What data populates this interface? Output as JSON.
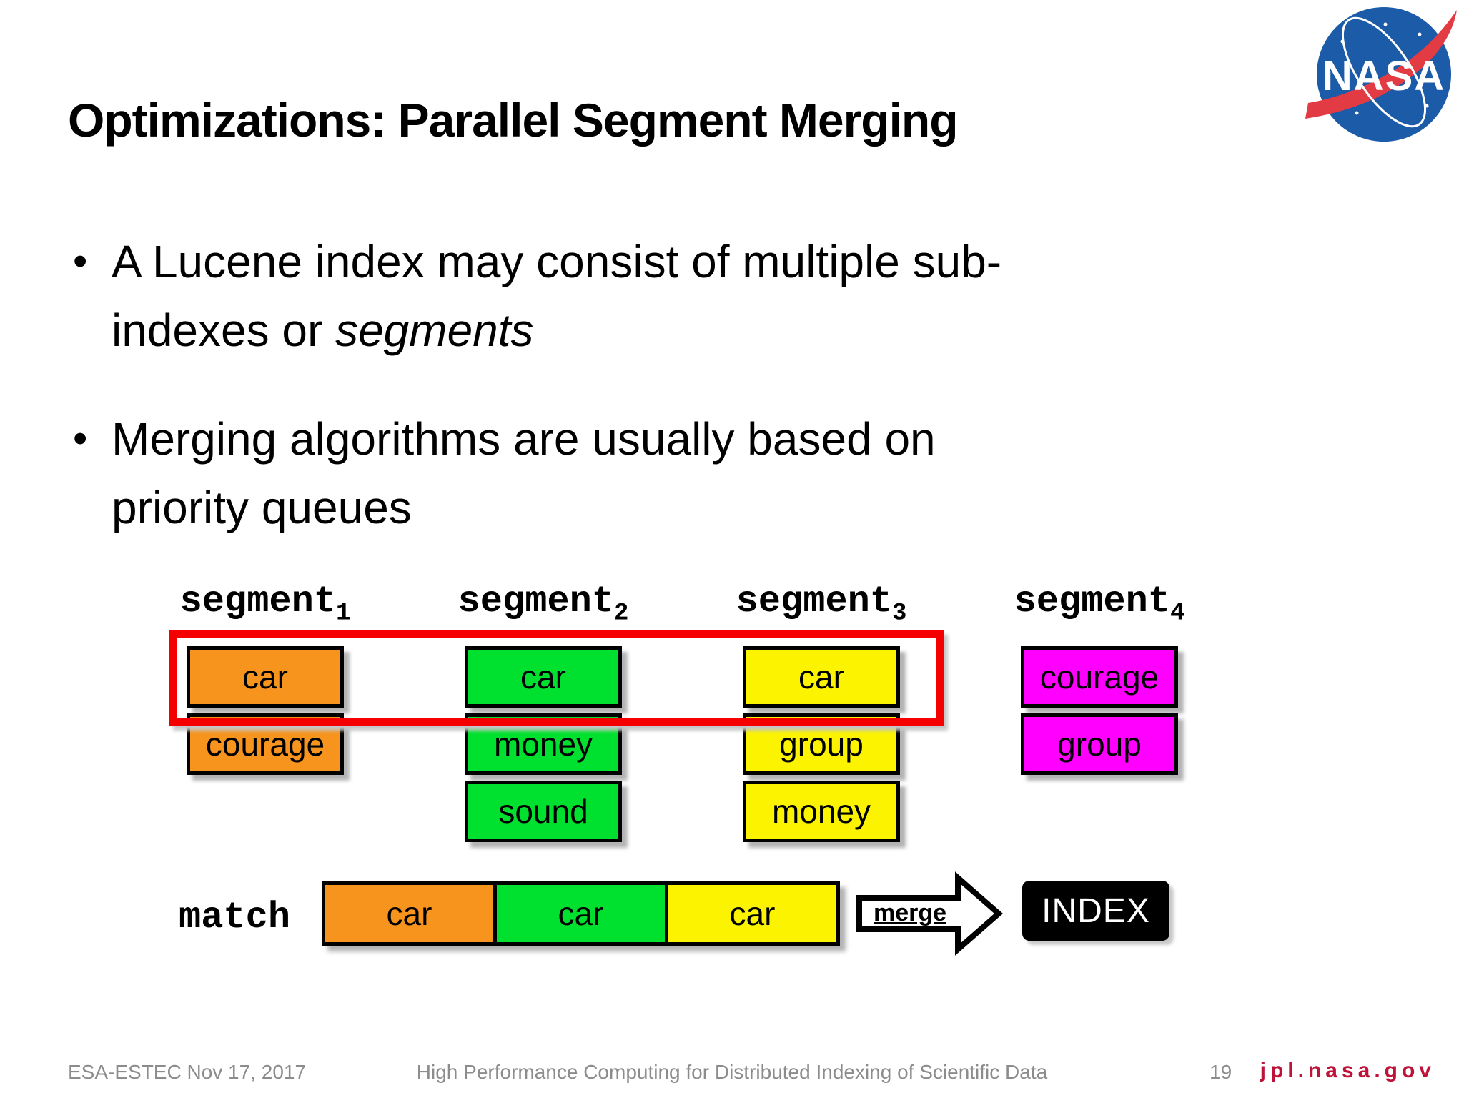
{
  "title": "Optimizations: Parallel Segment Merging",
  "logo": {
    "name": "NASA insignia",
    "text": "NASA",
    "circle_color": "#1c5ba8",
    "swoosh_color": "#e23b43"
  },
  "bullets": [
    {
      "pre": "A Lucene index may consist of multiple sub-indexes or ",
      "italic": "segments"
    },
    {
      "pre": "Merging algorithms are usually based on priority queues",
      "italic": ""
    }
  ],
  "diagram": {
    "segments": [
      {
        "name": "segment",
        "sub": "1",
        "color": "#f7941e",
        "items": [
          "car",
          "courage"
        ]
      },
      {
        "name": "segment",
        "sub": "2",
        "color": "#00e02e",
        "items": [
          "car",
          "money",
          "sound"
        ]
      },
      {
        "name": "segment",
        "sub": "3",
        "color": "#fbf300",
        "items": [
          "car",
          "group",
          "money"
        ]
      },
      {
        "name": "segment",
        "sub": "4",
        "color": "#ff00ff",
        "items": [
          "courage",
          "group"
        ]
      }
    ],
    "highlight": {
      "color": "#f40000",
      "covers": "first row (car) of segments 1-3"
    },
    "match_label": "match",
    "match_items": [
      {
        "text": "car",
        "color": "#f7941e"
      },
      {
        "text": "car",
        "color": "#00e02e"
      },
      {
        "text": "car",
        "color": "#fbf300"
      }
    ],
    "merge_label": "merge",
    "index_label": "INDEX"
  },
  "footer": {
    "left": "ESA-ESTEC Nov 17, 2017",
    "center": "High Performance Computing for Distributed Indexing of Scientific Data",
    "page": "19",
    "site": "jpl.nasa.gov",
    "site_color": "#be1339"
  }
}
